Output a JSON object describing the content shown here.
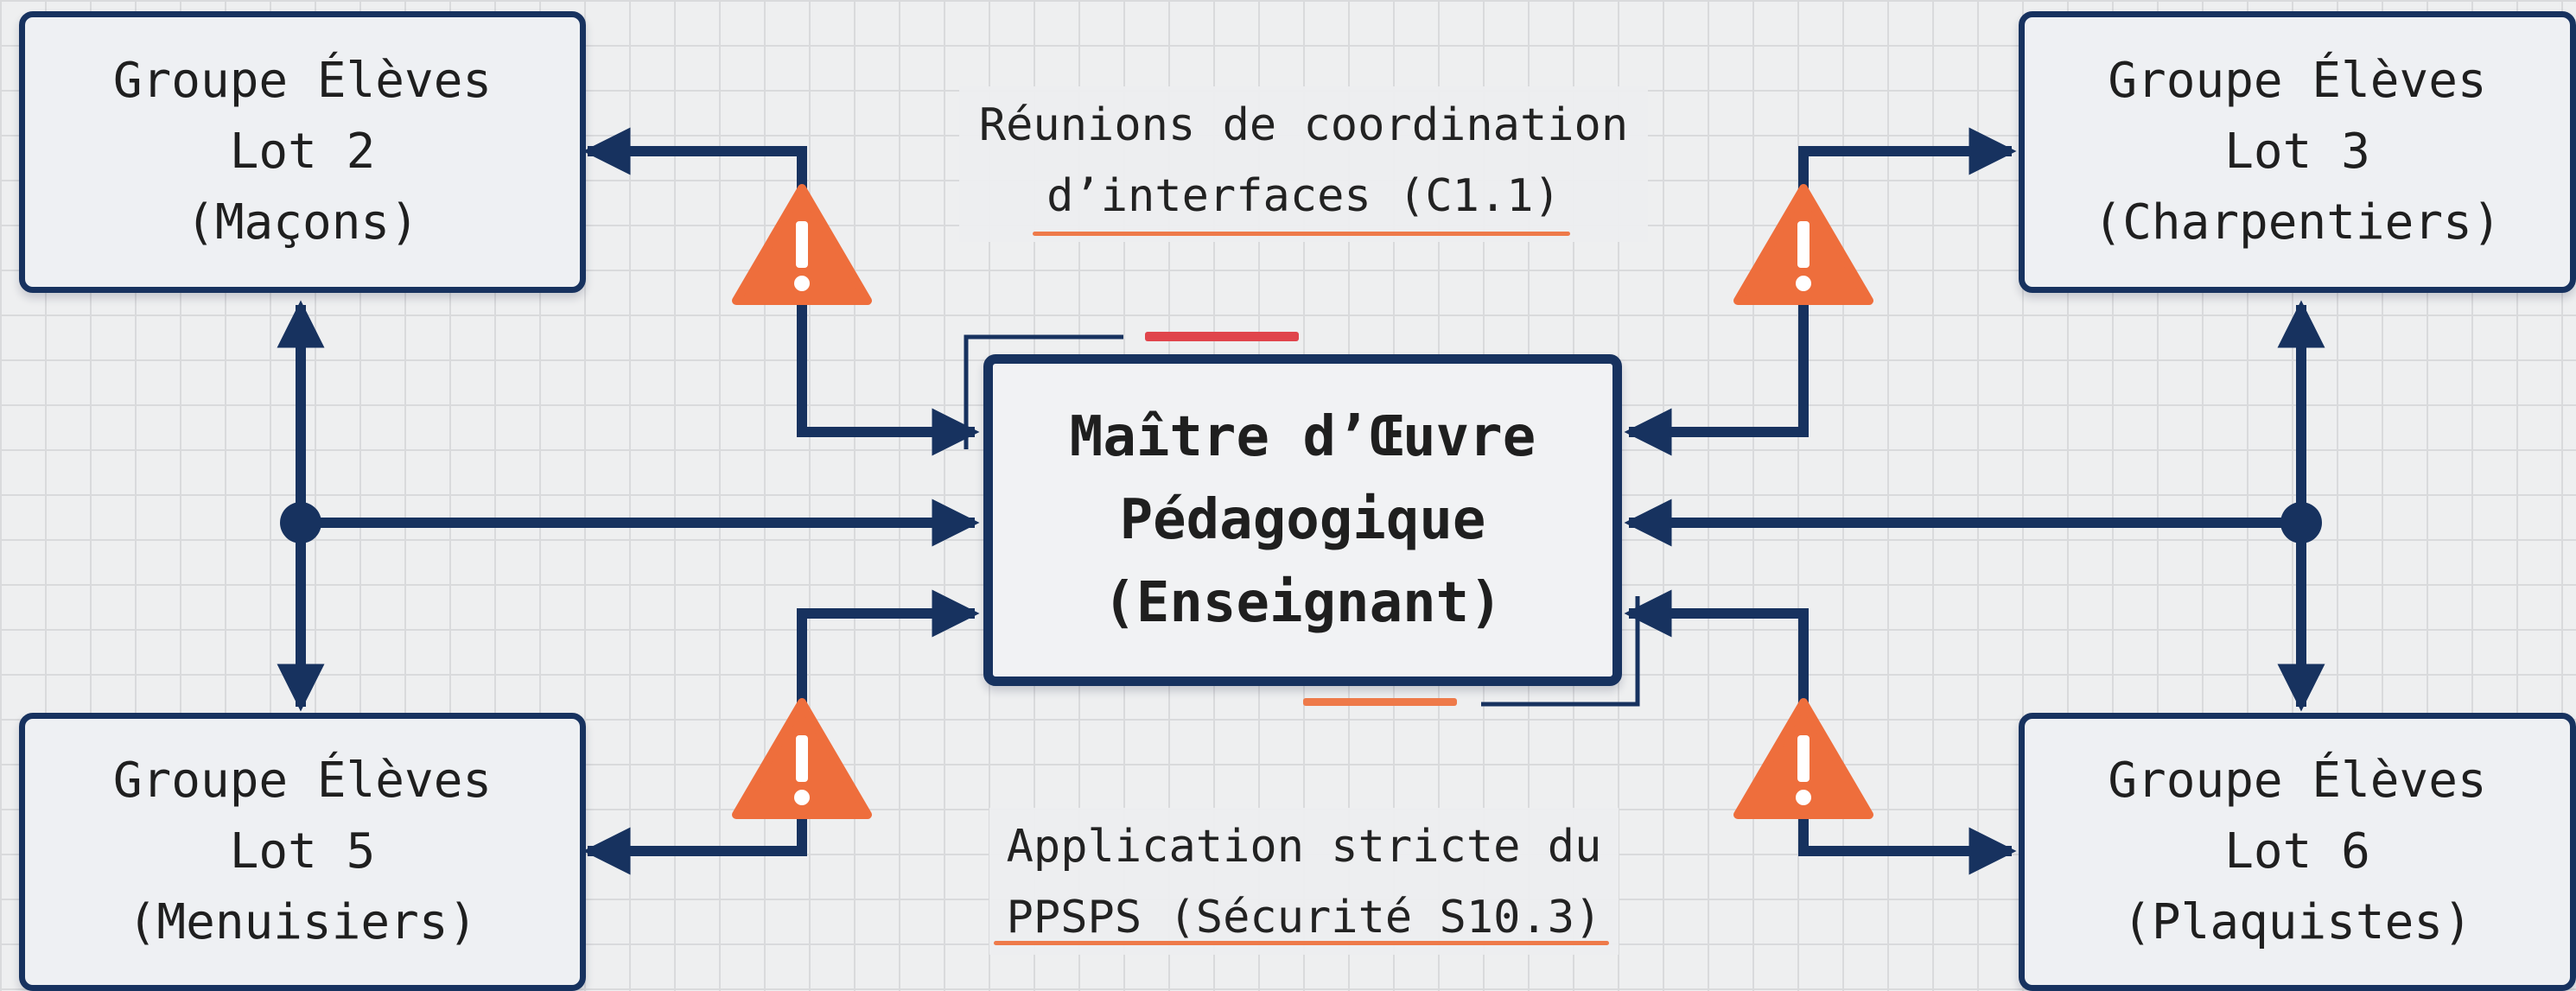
{
  "colors": {
    "line": "#17325f",
    "warning": "#ee6e3c",
    "accent_red": "#e0454c",
    "background": "#eeeff0",
    "box_fill": "#eef0f3"
  },
  "center": {
    "lines": [
      "Maître d’Œuvre",
      "Pédagogique",
      "(Enseignant)"
    ]
  },
  "groups": {
    "lot2": {
      "lines": [
        "Groupe Élèves",
        "Lot 2",
        "(Maçons)"
      ]
    },
    "lot3": {
      "lines": [
        "Groupe Élèves",
        "Lot 3",
        "(Charpentiers)"
      ]
    },
    "lot5": {
      "lines": [
        "Groupe Élèves",
        "Lot 5",
        "(Menuisiers)"
      ]
    },
    "lot6": {
      "lines": [
        "Groupe Élèves",
        "Lot 6",
        "(Plaquistes)"
      ]
    }
  },
  "notes": {
    "top": {
      "lines": [
        "Réunions de coordination",
        "d’interfaces (C1.1)"
      ]
    },
    "bottom": {
      "lines": [
        "Application stricte du",
        "PPSPS (Sécurité S10.3)"
      ]
    }
  },
  "icons": [
    "warning-icon",
    "warning-icon",
    "warning-icon",
    "warning-icon"
  ]
}
